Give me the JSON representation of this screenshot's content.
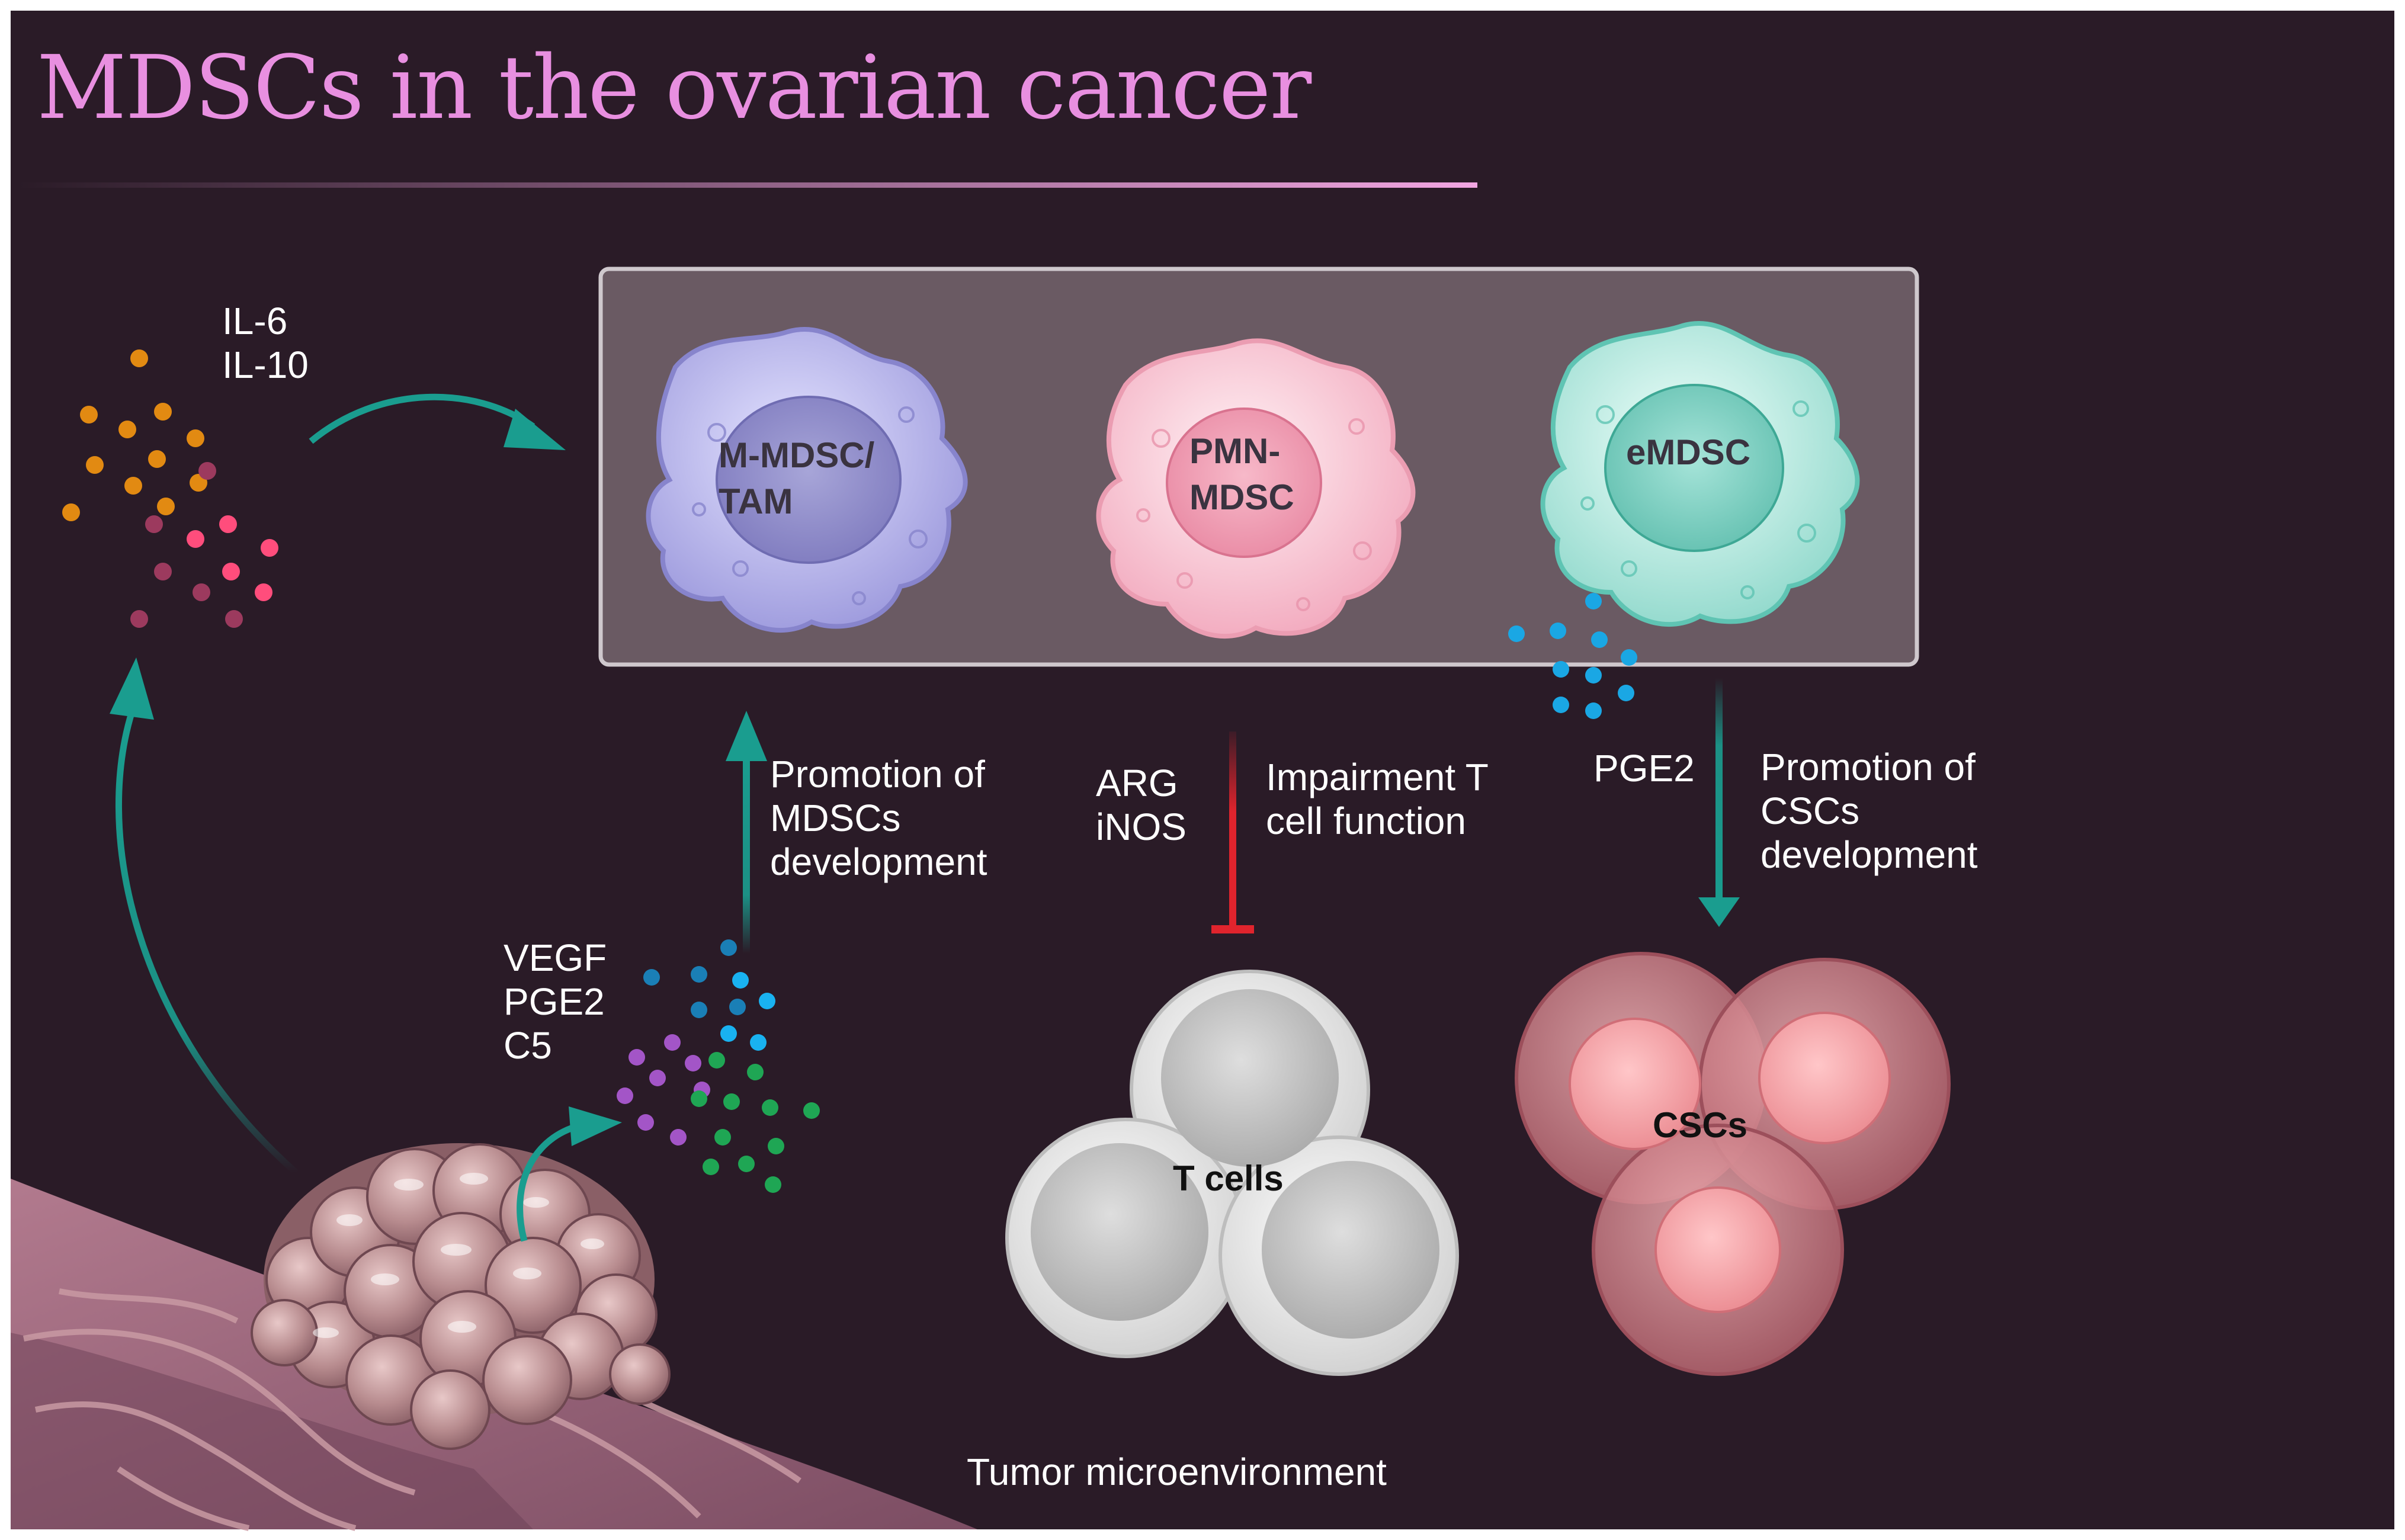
{
  "title": "MDSCs in the ovarian cancer",
  "cells": {
    "m_mdsc": "M-MDSC/\nTAM",
    "pmn_mdsc": "PMN-\nMDSC",
    "emdsc": "eMDSC",
    "t_cells": "T cells",
    "cscs": "CSCs"
  },
  "labels": {
    "il": "IL-6\nIL-10",
    "tumor_factors": "VEGF\nPGE2\nC5",
    "promotion_mdsc": "Promotion of\nMDSCs\ndevelopment",
    "arg_inos": "ARG\niNOS",
    "impairment": "Impairment T\ncell function",
    "pge2": "PGE2",
    "promotion_csc": "Promotion of\nCSCs\ndevelopment",
    "tme": "Tumor microenvironment"
  },
  "colors": {
    "background": "#2a1b27",
    "title": "#e88fe0",
    "arrow": "#1a9d8f",
    "inhibit": "#e0242d",
    "m_mdsc": "#a9a6e4",
    "pmn_mdsc": "#f4b3c6",
    "emdsc": "#a5e3d8",
    "cscs": "#e98f95",
    "t_cells": "#e4e4e4"
  }
}
